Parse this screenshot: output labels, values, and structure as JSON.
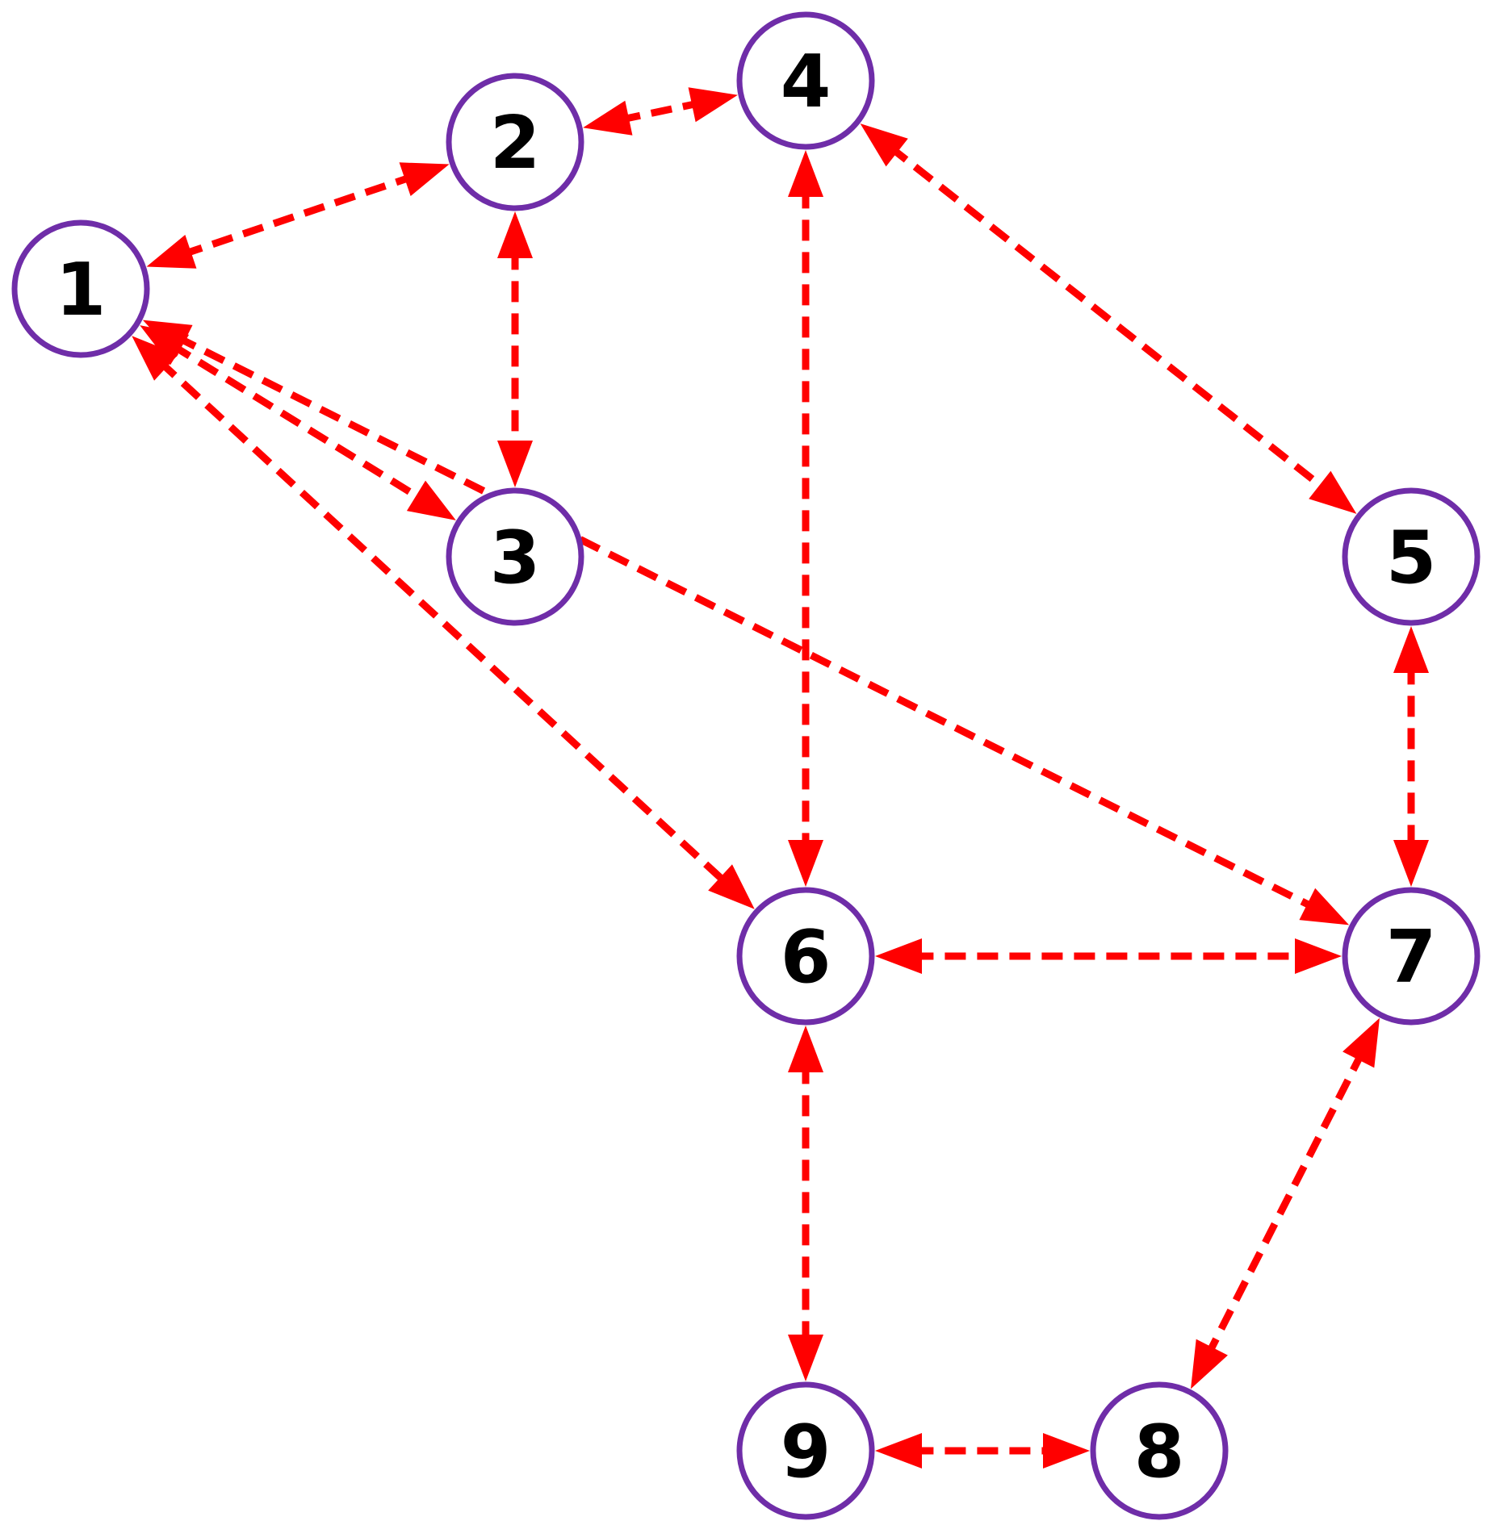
{
  "diagram": {
    "type": "graph",
    "node_style": {
      "fill": "#ffffff",
      "stroke": "#6f2da8"
    },
    "edge_style": {
      "color": "#ff0000",
      "line": "dashed",
      "arrows": "both-ends"
    },
    "nodes": [
      {
        "id": "1",
        "label": "1"
      },
      {
        "id": "2",
        "label": "2"
      },
      {
        "id": "3",
        "label": "3"
      },
      {
        "id": "4",
        "label": "4"
      },
      {
        "id": "5",
        "label": "5"
      },
      {
        "id": "6",
        "label": "6"
      },
      {
        "id": "7",
        "label": "7"
      },
      {
        "id": "8",
        "label": "8"
      },
      {
        "id": "9",
        "label": "9"
      }
    ],
    "edges": [
      {
        "source": "1",
        "target": "2"
      },
      {
        "source": "1",
        "target": "3"
      },
      {
        "source": "1",
        "target": "6"
      },
      {
        "source": "1",
        "target": "7"
      },
      {
        "source": "2",
        "target": "3"
      },
      {
        "source": "2",
        "target": "4"
      },
      {
        "source": "4",
        "target": "5"
      },
      {
        "source": "4",
        "target": "6"
      },
      {
        "source": "5",
        "target": "7"
      },
      {
        "source": "6",
        "target": "7"
      },
      {
        "source": "6",
        "target": "9"
      },
      {
        "source": "7",
        "target": "8"
      },
      {
        "source": "9",
        "target": "8"
      }
    ]
  }
}
